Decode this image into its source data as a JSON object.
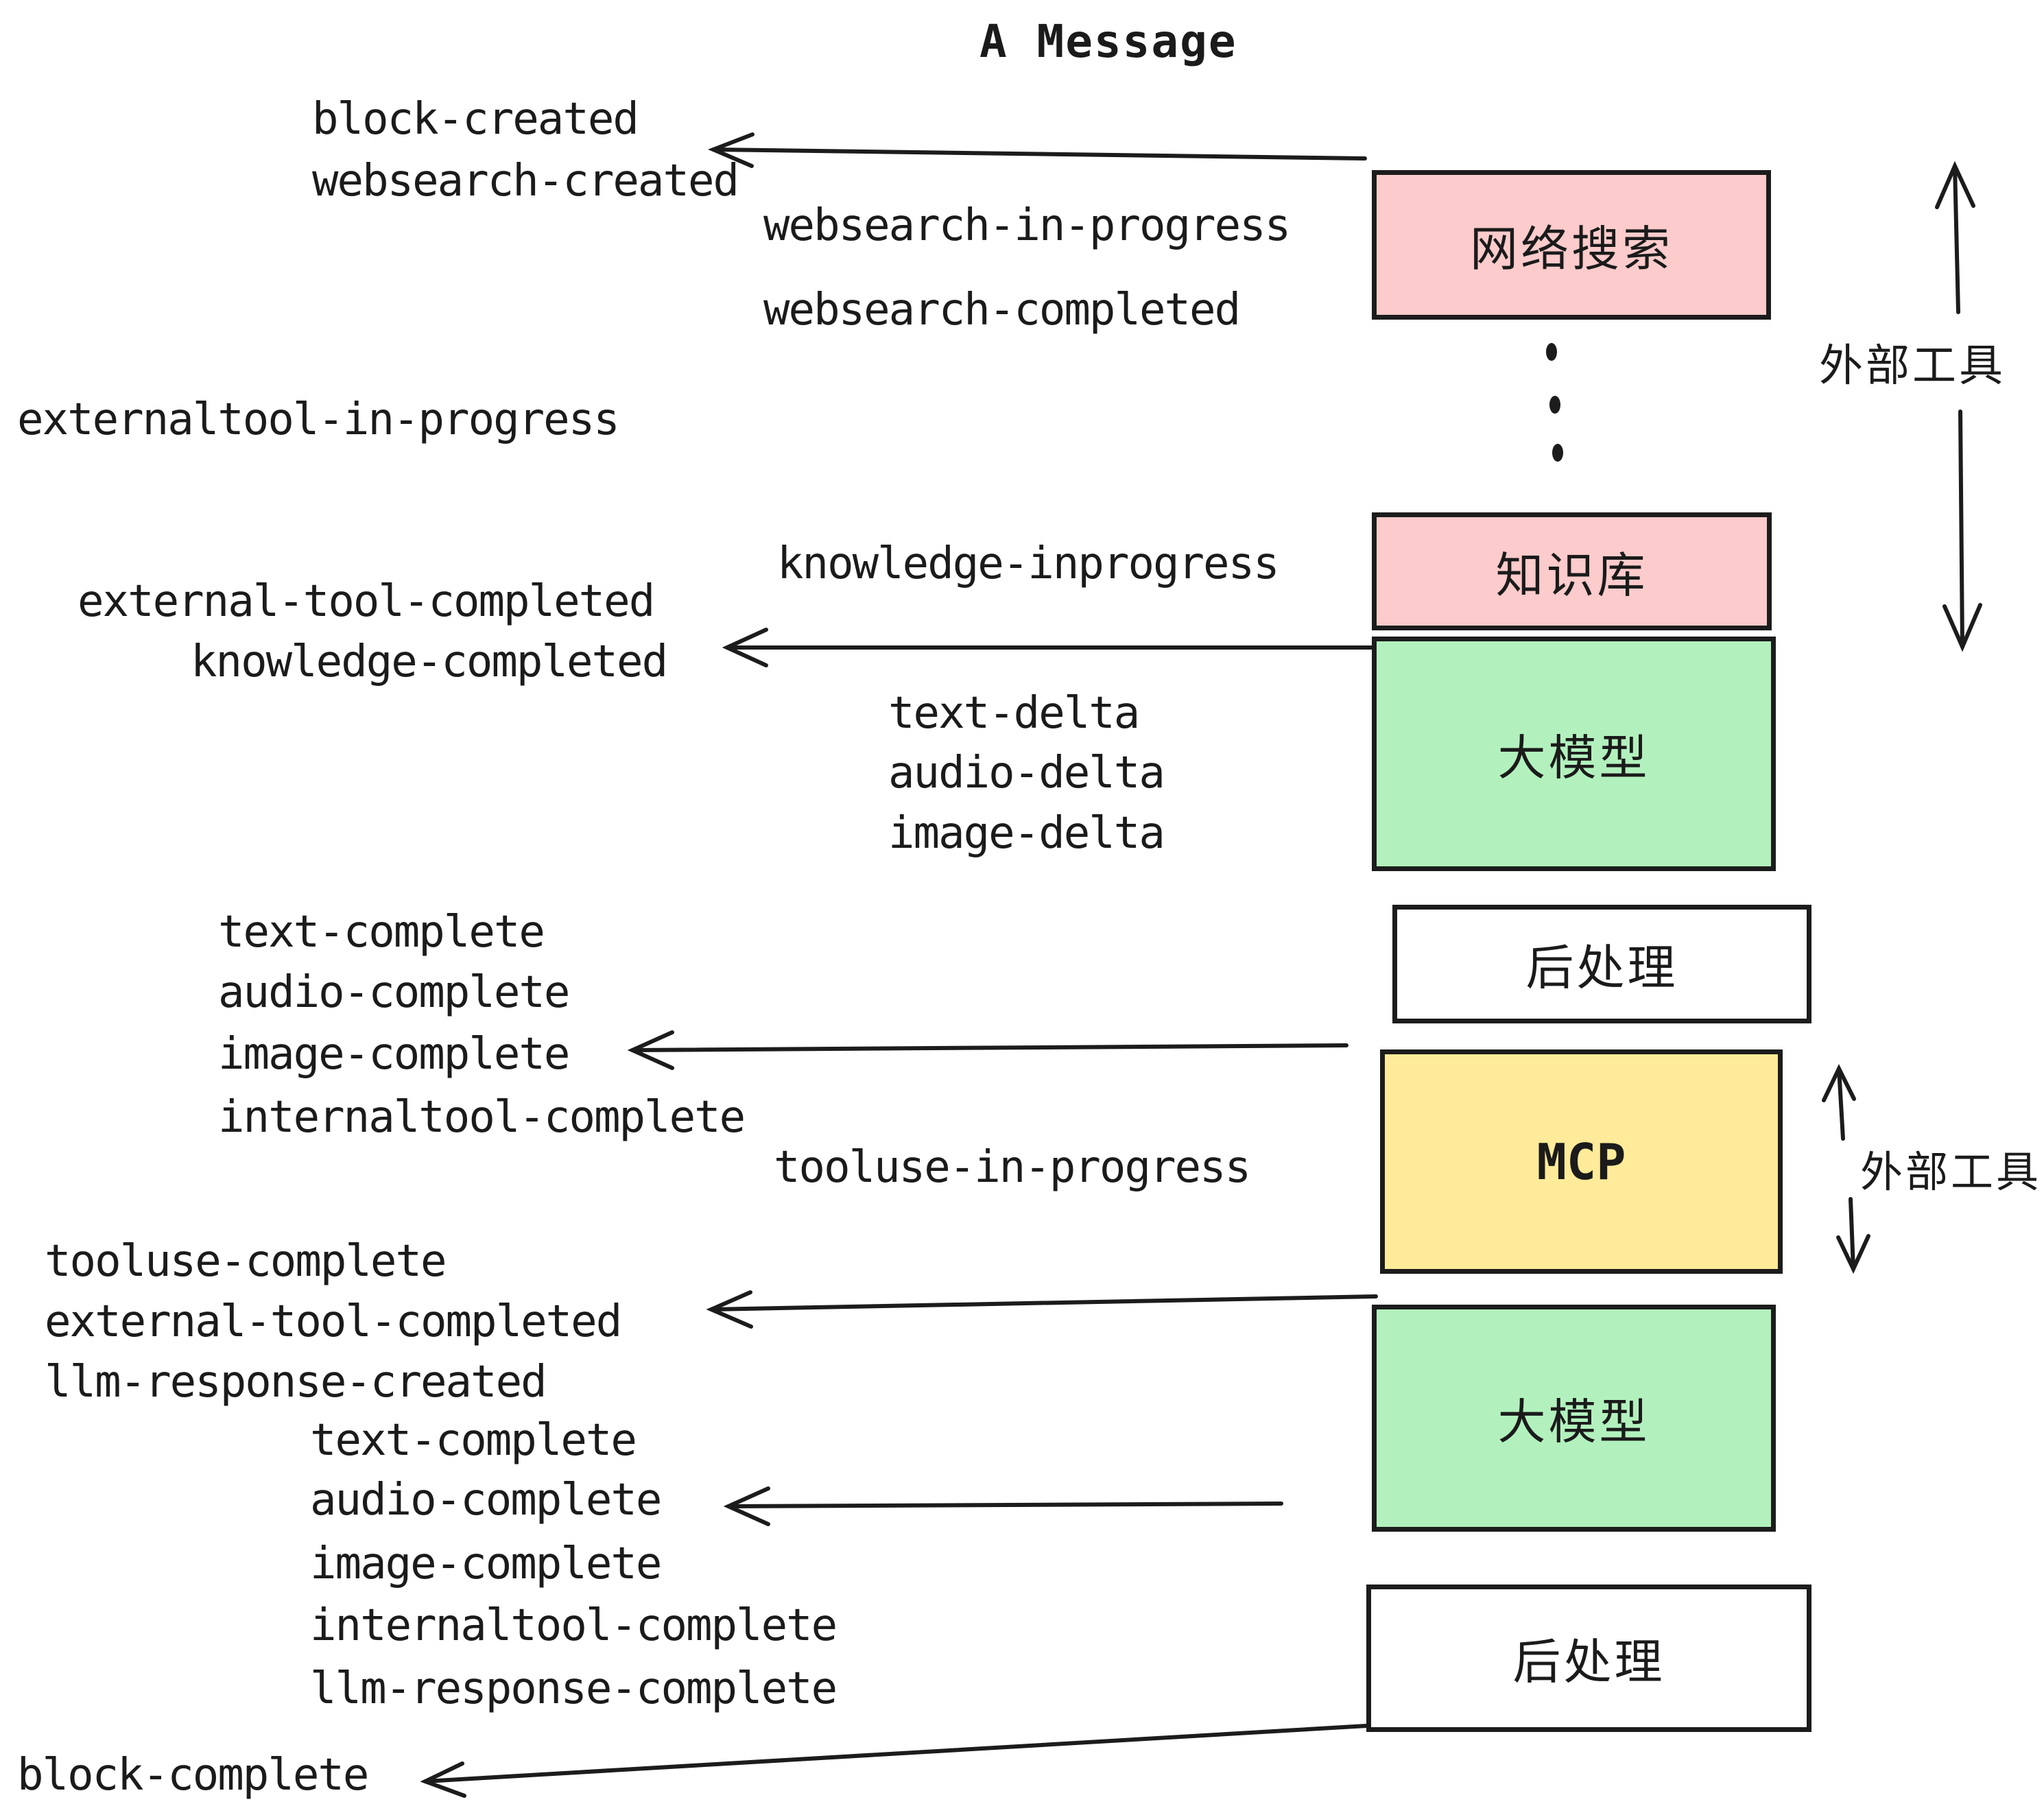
{
  "title": "A Message",
  "colors": {
    "pink": "#fccbcb",
    "green": "#b2f1bd",
    "yellow": "#ffeb99",
    "white": "#ffffff",
    "ink": "#1c1c1c"
  },
  "boxes": {
    "websearch": {
      "label": "网络搜索"
    },
    "knowledge": {
      "label": "知识库"
    },
    "llm1": {
      "label": "大模型"
    },
    "post1": {
      "label": "后处理"
    },
    "mcp": {
      "label": "MCP"
    },
    "llm2": {
      "label": "大模型"
    },
    "post2": {
      "label": "后处理"
    }
  },
  "side_labels": {
    "external_tools_top": "外部工具",
    "external_tools_mid": "外部工具"
  },
  "events": [
    "block-created",
    "websearch-created",
    "websearch-in-progress",
    "websearch-completed",
    "externaltool-in-progress",
    "knowledge-inprogress",
    "external-tool-completed",
    "knowledge-completed",
    "text-delta",
    "audio-delta",
    "image-delta",
    "text-complete",
    "audio-complete",
    "image-complete",
    "internaltool-complete",
    "tooluse-in-progress",
    "tooluse-complete",
    "external-tool-completed",
    "llm-response-created",
    "text-complete",
    "audio-complete",
    "image-complete",
    "internaltool-complete",
    "llm-response-complete",
    "block-complete"
  ]
}
